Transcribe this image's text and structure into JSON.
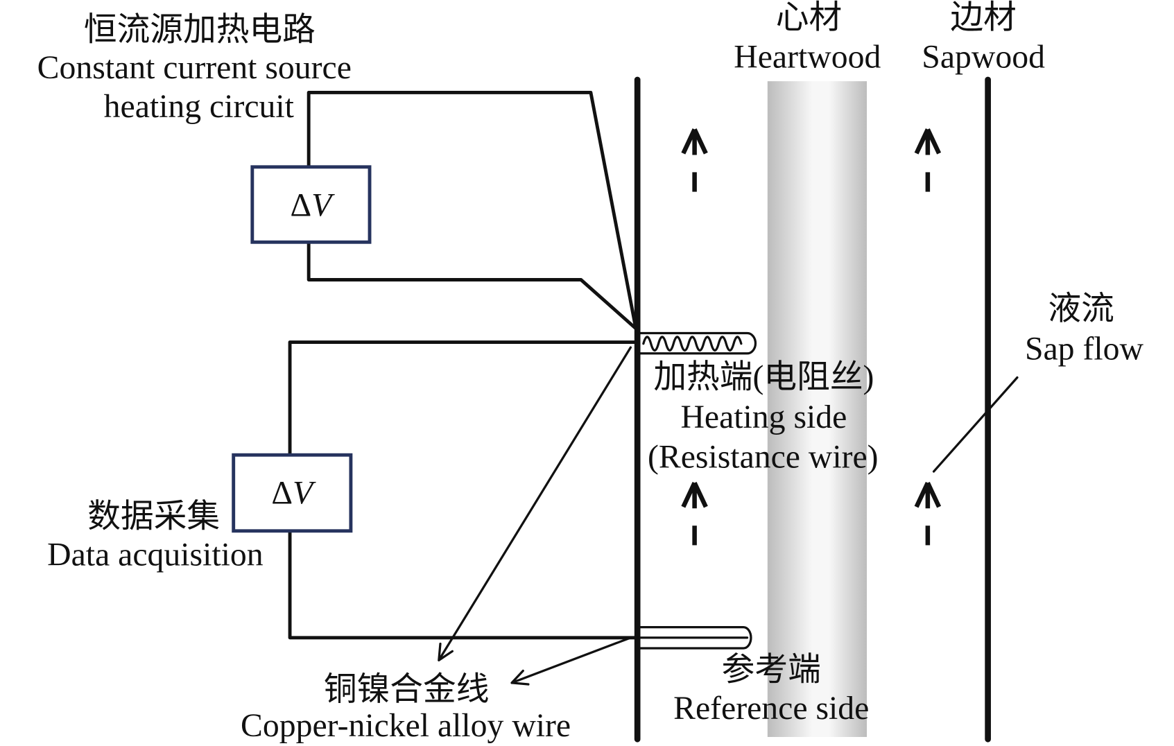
{
  "heating_circuit": {
    "title_zh": "恒流源加热电路",
    "title_en_line1": "Constant current source",
    "title_en_line2": "heating circuit",
    "meter_label": "ΔV"
  },
  "data_acquisition": {
    "title_zh": "数据采集",
    "title_en": "Data acquisition",
    "meter_label": "ΔV"
  },
  "heartwood": {
    "label_zh": "心材",
    "label_en": "Heartwood"
  },
  "sapwood": {
    "label_zh": "边材",
    "label_en": "Sapwood"
  },
  "sap_flow": {
    "label_zh": "液流",
    "label_en": "Sap flow",
    "arrow_icon": "arrow-up-icon"
  },
  "heating_side": {
    "label_zh": "加热端(电阻丝)",
    "label_en_line1": "Heating side",
    "label_en_line2": "(Resistance wire)"
  },
  "reference_side": {
    "label_zh": "参考端",
    "label_en": "Reference side"
  },
  "alloy_wire": {
    "label_zh": "铜镍合金线",
    "label_en": "Copper-nickel alloy wire"
  },
  "colors": {
    "line": "#111111",
    "meter_box": "#26335e",
    "heartwood_edge": "#bcbcbc",
    "heartwood_center": "#f7f7f7",
    "background": "#ffffff"
  }
}
